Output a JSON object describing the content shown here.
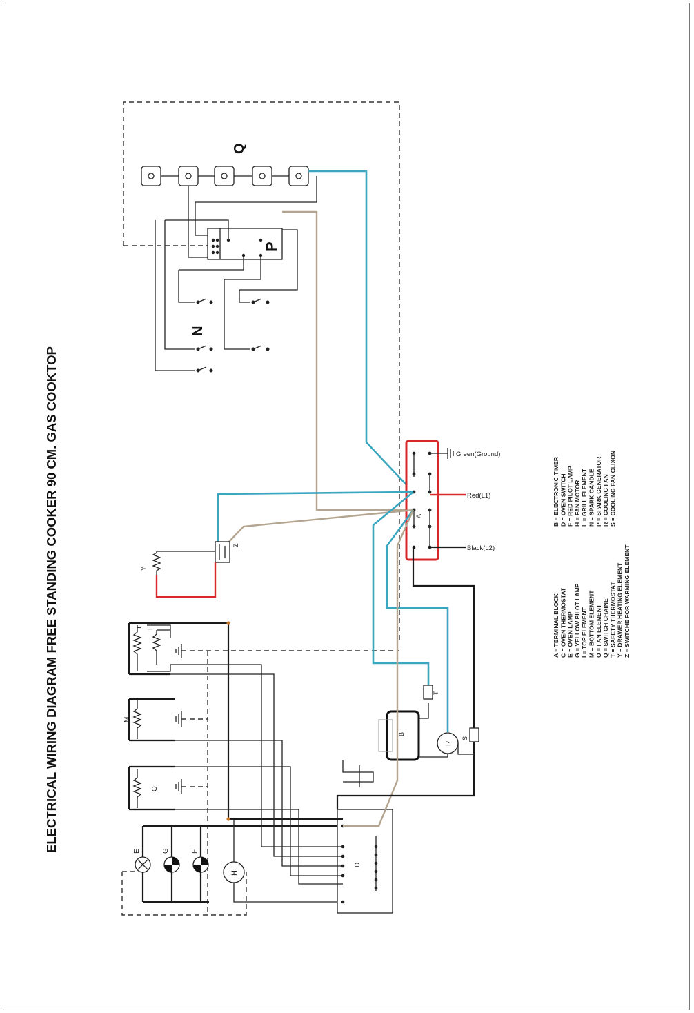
{
  "title": "ELECTRICAL WIRING DIAGRAM FREE STANDING COOKER 90 CM. GAS COOKTOP",
  "component_labels": {
    "Q": "Q",
    "P": "P",
    "N": "N",
    "A": "A",
    "Z": "Z",
    "Y": "Y",
    "I": "I",
    "L": "L",
    "M": "M",
    "O": "O",
    "E": "E",
    "G": "G",
    "F": "F",
    "H": "H",
    "D": "D",
    "B": "B",
    "T": "T",
    "R": "R",
    "S": "S"
  },
  "terminals": {
    "ground": "Green(Ground)",
    "l1": "Red(L1)",
    "l2": "Black(L2)"
  },
  "legend_col1": [
    "A = TERMINAL BLOCK",
    "C = OVEN THERMOSTAT",
    "E = OVEN LAMP",
    "G = YELLOW PILOT LAMP",
    "I =   TOP ELEMENT",
    "M = BOTTOM ELEMENT",
    "O = FAN ELEMENT",
    "Q = SWITCH CHAINE",
    "T = SAFETY THERMOSTAT",
    "Y = DRAWER HEATING ELEMENT",
    "Z = SWITCHE FOR WARMING ELEMENT"
  ],
  "legend_col2": [
    "B = ELECTRONIC TIMER",
    "D = OVEN SWITCH",
    "F = RED PILOT LAMP",
    "H = FAN MOTOR",
    "L = GRILL ELEMENT",
    "N = SPARK CANDLE",
    "P = SPARK GENERATOR",
    "R = COOLING FAN",
    "S = COOLING FAN CLIXON"
  ],
  "colors": {
    "blue_wire": "#3aa6bf",
    "brown_wire": "#b3a58f",
    "red_wire": "#d9282b",
    "black_wire": "#1a1a1a",
    "terminal_box": "#d9282b"
  }
}
